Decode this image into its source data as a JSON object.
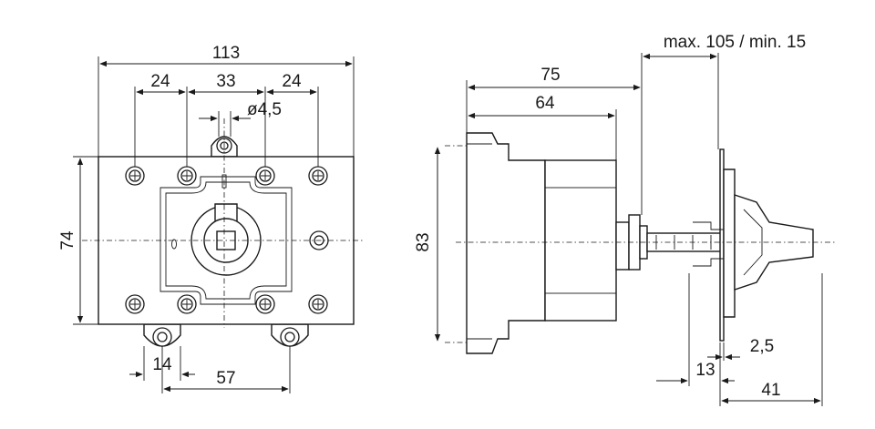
{
  "front_view": {
    "dims": {
      "width_total": "113",
      "left_spacing": "24",
      "middle_spacing": "33",
      "right_spacing": "24",
      "hole_diameter": "ø4,5",
      "height": "74",
      "foot_width": "14",
      "foot_spacing": "57"
    }
  },
  "side_view": {
    "dims": {
      "panel_range": "max. 105 / min. 15",
      "depth_to_panel": "75",
      "body_depth": "64",
      "height": "83",
      "plate_thickness": "2,5",
      "plate_to_shaft": "13",
      "handle_depth": "41"
    }
  }
}
